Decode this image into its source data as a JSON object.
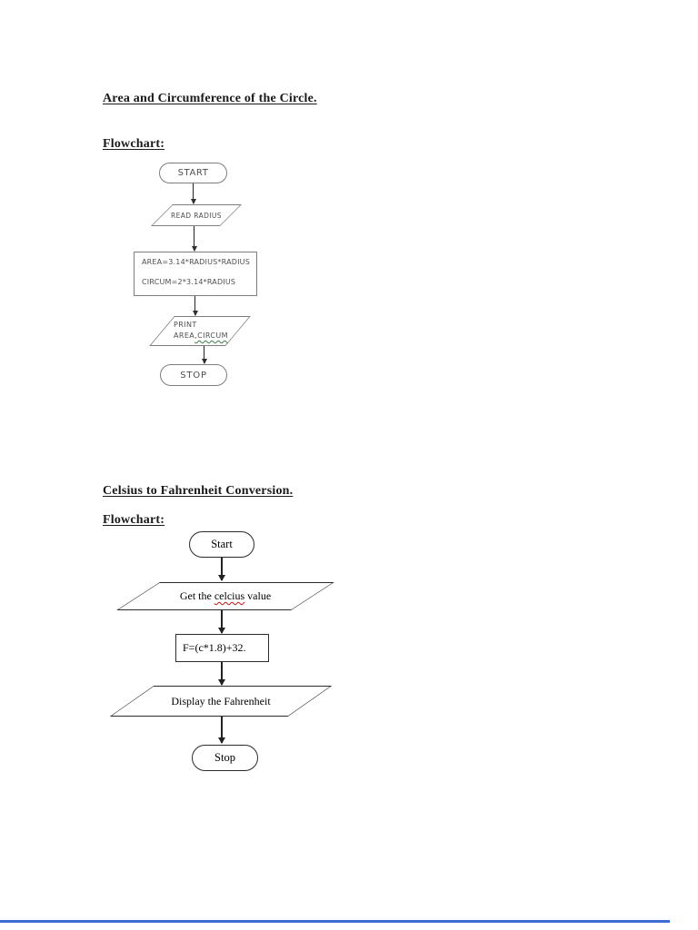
{
  "section1": {
    "title": "Area and Circumference of the Circle.",
    "subtitle": "Flowchart:"
  },
  "section2": {
    "title": "Celsius to Fahrenheit Conversion.",
    "subtitle": "Flowchart:"
  },
  "flowchart1": {
    "start": "START",
    "read": "READ RADIUS",
    "process_line1": "AREA=3.14*RADIUS*RADIUS",
    "process_line2": "CIRCUM=2*3.14*RADIUS",
    "print_line1": "PRINT",
    "print_word1": "AREA",
    "print_word2": ",CIRCUM",
    "stop": "STOP"
  },
  "flowchart2": {
    "start": "Start",
    "input_prefix": "Get the ",
    "input_misspelled": "celcius",
    "input_suffix": " value",
    "process": "F=(c*1.8)+32.",
    "output": "Display the Fahrenheit",
    "stop": "Stop"
  },
  "colors": {
    "chart1_outline": "#7d7d7d",
    "chart1_text": "#4e4e4e",
    "chart2_outline": "#2b2b2b",
    "chart2_text": "#000000",
    "spellcheck_red": "#cc1111",
    "grammar_green": "#3a7d44",
    "bottom_line_blue": "#3d6bd3"
  }
}
